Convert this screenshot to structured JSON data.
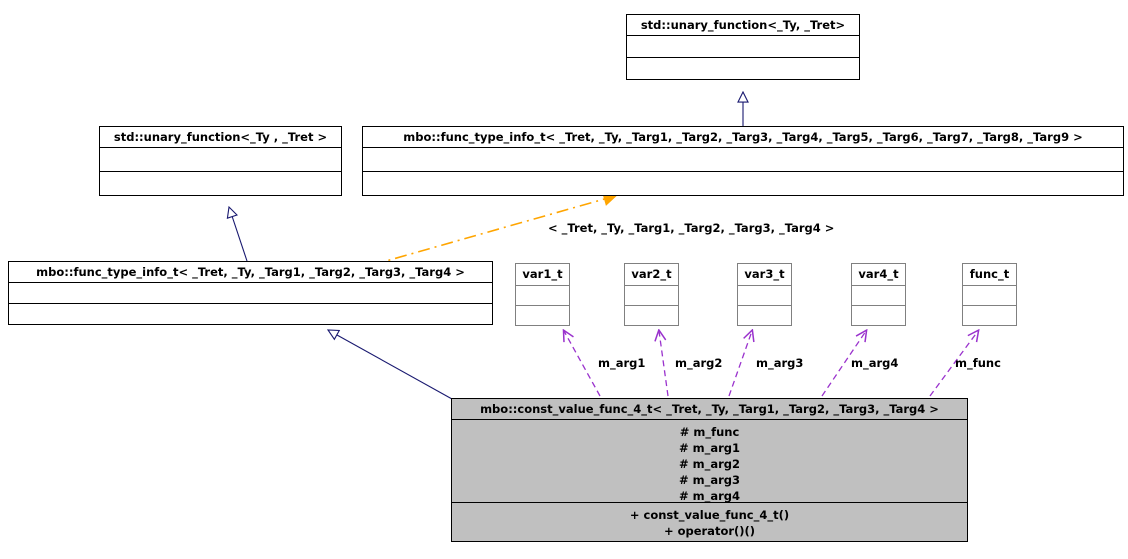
{
  "diagram": {
    "kind": "uml-class-inheritance-collaboration-diagram",
    "background": "#ffffff",
    "colors": {
      "node_border": "#000000",
      "small_node_border": "#808080",
      "node_fill": "#ffffff",
      "highlight_node_fill": "#c0c0c0",
      "inheritance_edge": "#191970",
      "usage_edge": "#9a32cd",
      "template_edge": "#ffa500",
      "text": "#000000"
    }
  },
  "nodes": {
    "std_unary_function_top": {
      "title": "std::unary_function<_Ty, _Tret>",
      "compartment_attributes": [],
      "compartment_operations": []
    },
    "std_unary_function_left": {
      "title": "std::unary_function<_Ty , _Tret >",
      "compartment_attributes": [],
      "compartment_operations": []
    },
    "func_type_info_t_9": {
      "title": "mbo::func_type_info_t< _Tret, _Ty, _Targ1, _Targ2, _Targ3, _Targ4, _Targ5, _Targ6, _Targ7, _Targ8, _Targ9 >",
      "compartment_attributes": [],
      "compartment_operations": []
    },
    "func_type_info_t_4": {
      "title": "mbo::func_type_info_t< _Tret, _Ty, _Targ1, _Targ2, _Targ3, _Targ4 >",
      "compartment_attributes": [],
      "compartment_operations": []
    },
    "var1_t": {
      "title": "var1_t",
      "compartment_attributes": [],
      "compartment_operations": []
    },
    "var2_t": {
      "title": "var2_t",
      "compartment_attributes": [],
      "compartment_operations": []
    },
    "var3_t": {
      "title": "var3_t",
      "compartment_attributes": [],
      "compartment_operations": []
    },
    "var4_t": {
      "title": "var4_t",
      "compartment_attributes": [],
      "compartment_operations": []
    },
    "func_t": {
      "title": "func_t",
      "compartment_attributes": [],
      "compartment_operations": []
    },
    "const_value_func_4_t": {
      "title": "mbo::const_value_func_4_t< _Tret, _Ty, _Targ1, _Targ2, _Targ3, _Targ4 >",
      "compartment_attributes": [
        "# m_func",
        "# m_arg1",
        "# m_arg2",
        "# m_arg3",
        "# m_arg4"
      ],
      "compartment_operations": [
        "+ const_value_func_4_t()",
        "+ operator()()"
      ]
    }
  },
  "edge_labels": {
    "template_binding": "< _Tret, _Ty, _Targ1, _Targ2, _Targ3, _Targ4 >",
    "m_arg1": "m_arg1",
    "m_arg2": "m_arg2",
    "m_arg3": "m_arg3",
    "m_arg4": "m_arg4",
    "m_func": "m_func"
  }
}
